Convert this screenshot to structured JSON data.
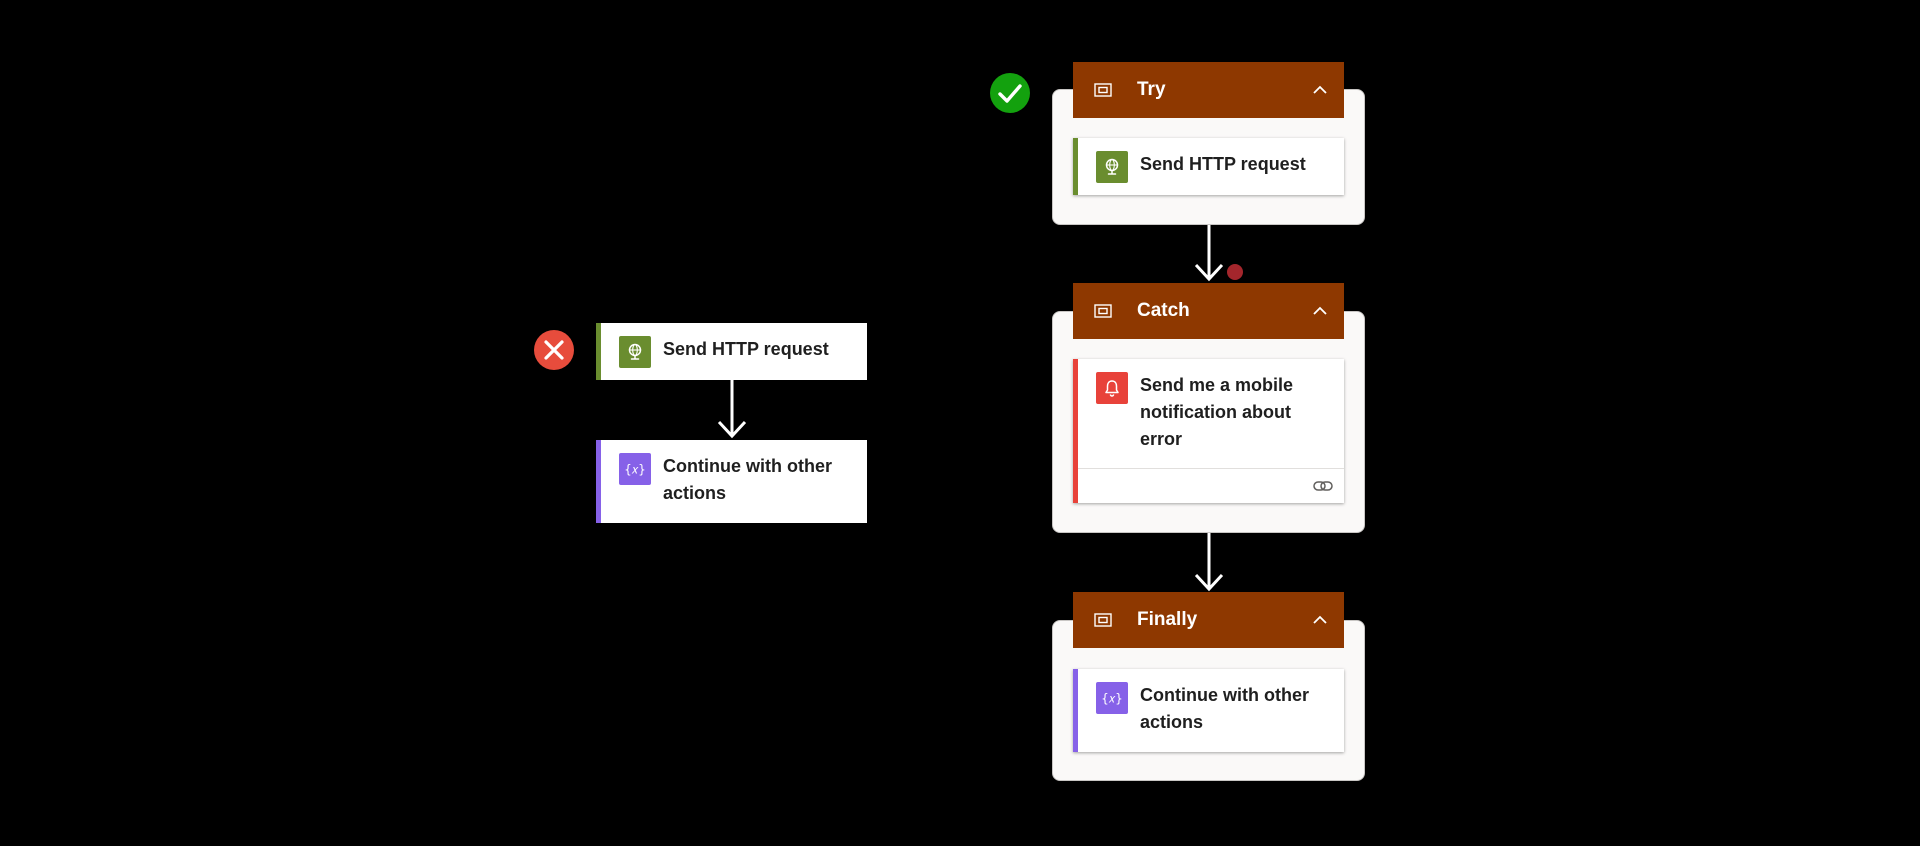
{
  "left_flow": {
    "http_action": {
      "label": "Send HTTP request",
      "status_icon": "failed-x-icon"
    },
    "continue_action": {
      "label": "Continue with other actions"
    }
  },
  "right_flow": {
    "try_scope": {
      "title": "Try",
      "status_icon": "success-check-icon",
      "action": {
        "label": "Send HTTP request"
      }
    },
    "catch_scope": {
      "title": "Catch",
      "action": {
        "label": "Send me a mobile notification about error"
      }
    },
    "finally_scope": {
      "title": "Finally",
      "action": {
        "label": "Continue with other actions"
      }
    }
  },
  "colors": {
    "background": "#000000",
    "scope_header": "#8e3800",
    "http_green": "#6a8d2f",
    "variable_purple": "#8661e8",
    "notification_red": "#e8423a",
    "success_green": "#13a10e",
    "fail_red": "#e74c3c"
  }
}
